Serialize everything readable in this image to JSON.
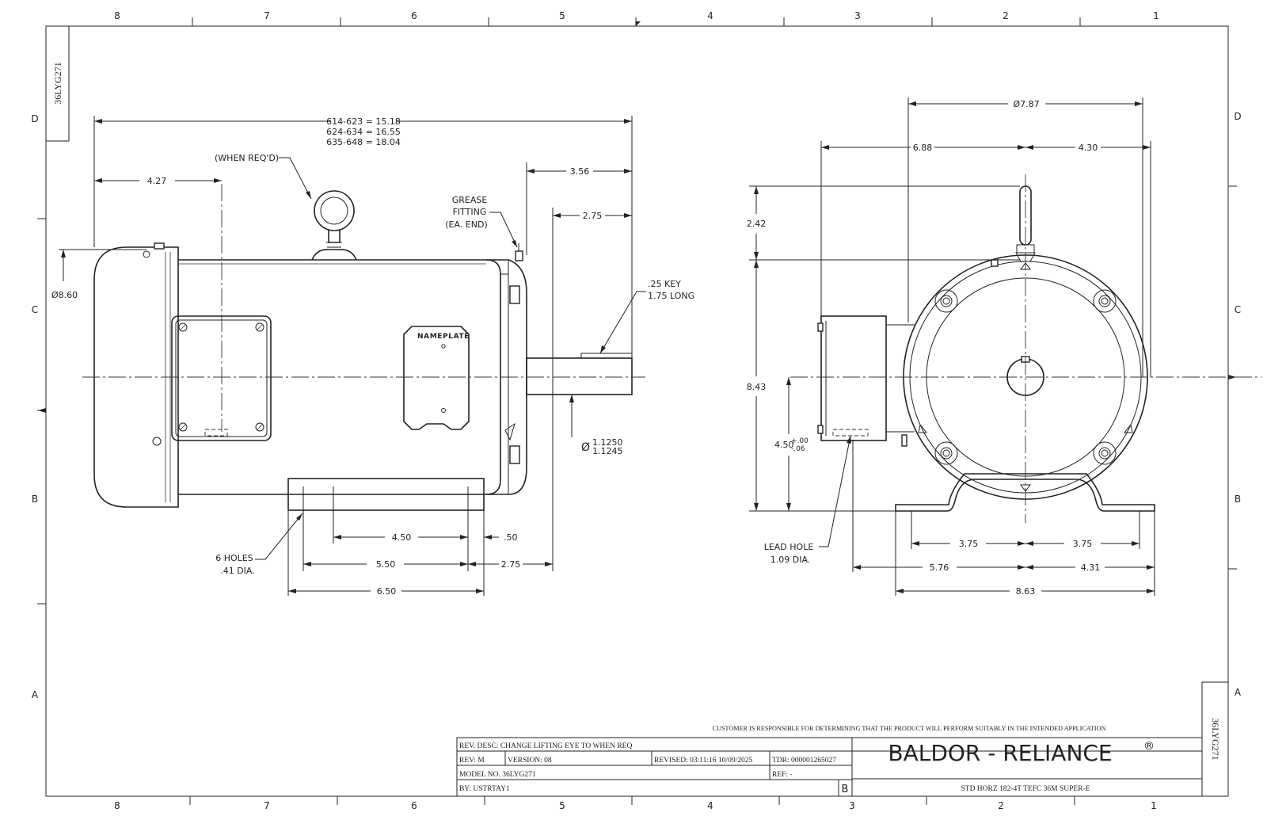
{
  "drawing_number": "36LYG271",
  "zones": {
    "columns": [
      "8",
      "7",
      "6",
      "5",
      "4",
      "3",
      "2",
      "1"
    ],
    "rows": [
      "D",
      "C",
      "B",
      "A"
    ]
  },
  "side_view": {
    "overall_length": [
      "614-623 = 15.18",
      "624-634 = 16.55",
      "635-648 = 18.04"
    ],
    "dim_4_27": "4.27",
    "when_reqd": "(WHEN REQ'D)",
    "dim_3_56": "3.56",
    "dim_2_75_top": "2.75",
    "grease_fitting": [
      "GREASE",
      "FITTING",
      "(EA. END)"
    ],
    "key_note": [
      ".25 KEY",
      "1.75 LONG"
    ],
    "dia_8_60": "Ø8.60",
    "nameplate": "NAMEPLATE",
    "shaft_dia_symbol": "Ø",
    "shaft_dia": [
      "1.1250",
      "1.1245"
    ],
    "holes_note": [
      "6 HOLES",
      ".41 DIA."
    ],
    "dim_4_50": "4.50",
    "dim_050": ".50",
    "dim_5_50": "5.50",
    "dim_2_75_bottom": "2.75",
    "dim_6_50": "6.50"
  },
  "end_view": {
    "dia_7_87": "Ø7.87",
    "dim_6_88": "6.88",
    "dim_4_30": "4.30",
    "dim_2_42": "2.42",
    "dim_8_43": "8.43",
    "dim_4_50": "4.50",
    "tol_plus": "+.00",
    "tol_minus": "-.06",
    "lead_hole": [
      "LEAD HOLE",
      "1.09 DIA."
    ],
    "dim_3_75_left": "3.75",
    "dim_3_75_right": "3.75",
    "dim_5_76": "5.76",
    "dim_4_31": "4.31",
    "dim_8_63": "8.63"
  },
  "title_block": {
    "disclaimer": "CUSTOMER IS RESPONSIBLE FOR DETERMINING THAT THE PRODUCT WILL PERFORM SUITABLY IN THE INTENDED APPLICATION",
    "rev_desc": "REV. DESC: CHANGE LIFTING EYE TO WHEN REQ",
    "rev": "REV:  M",
    "version": "VERSION:  08",
    "revised": "REVISED:  03:11:16 10/09/2025",
    "tdr": "TDR: 000001265027",
    "model_no": "MODEL NO.  36LYG271",
    "ref": "REF:  -",
    "by": "BY: USTRTAY1",
    "sheet_size": "B",
    "company": "BALDOR - RELIANCE",
    "registered": "®",
    "description": "STD HORZ 182-4T TEFC 36M SUPER-E"
  }
}
